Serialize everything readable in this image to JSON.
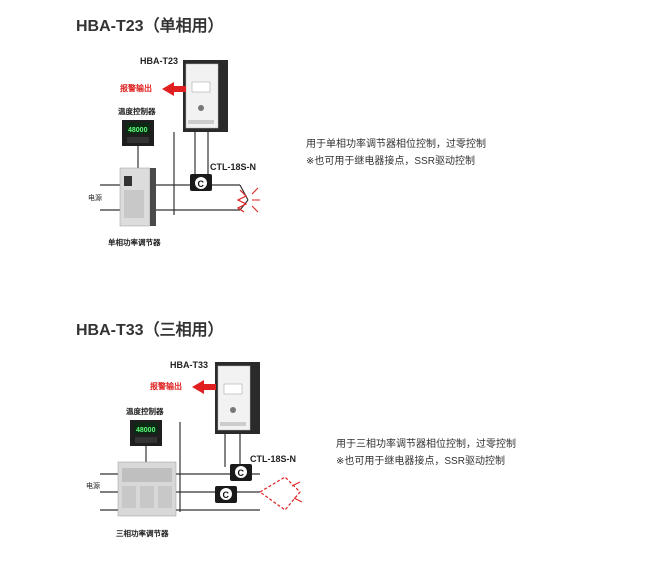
{
  "sections": [
    {
      "title": "HBA-T23（单相用）",
      "desc": [
        "用于单相功率调节器相位控制，过零控制",
        "※也可用于继电器接点，SSR驱动控制"
      ],
      "diagram": {
        "device_label": "HBA-T23",
        "alarm_label": "报警输出",
        "controller_label": "温度控制器",
        "controller_display": "48000",
        "sensor_label": "CTL-18S-N",
        "ct_letter": "C",
        "power_label": "电源",
        "regulator_label": "单相功率调节器"
      }
    },
    {
      "title": "HBA-T33（三相用）",
      "desc": [
        "用于三相功率调节器相位控制，过零控制",
        "※也可用于继电器接点，SSR驱动控制"
      ],
      "diagram": {
        "device_label": "HBA-T33",
        "alarm_label": "报警输出",
        "controller_label": "温度控制器",
        "controller_display": "48000",
        "sensor_label": "CTL-18S-N",
        "ct_letter": "C",
        "power_label": "电源",
        "regulator_label": "三相功率调节器"
      }
    }
  ],
  "colors": {
    "alarm": "#e02020",
    "heater": "#e02020",
    "wire": "#333333",
    "device_body": "#2a2a2a"
  }
}
